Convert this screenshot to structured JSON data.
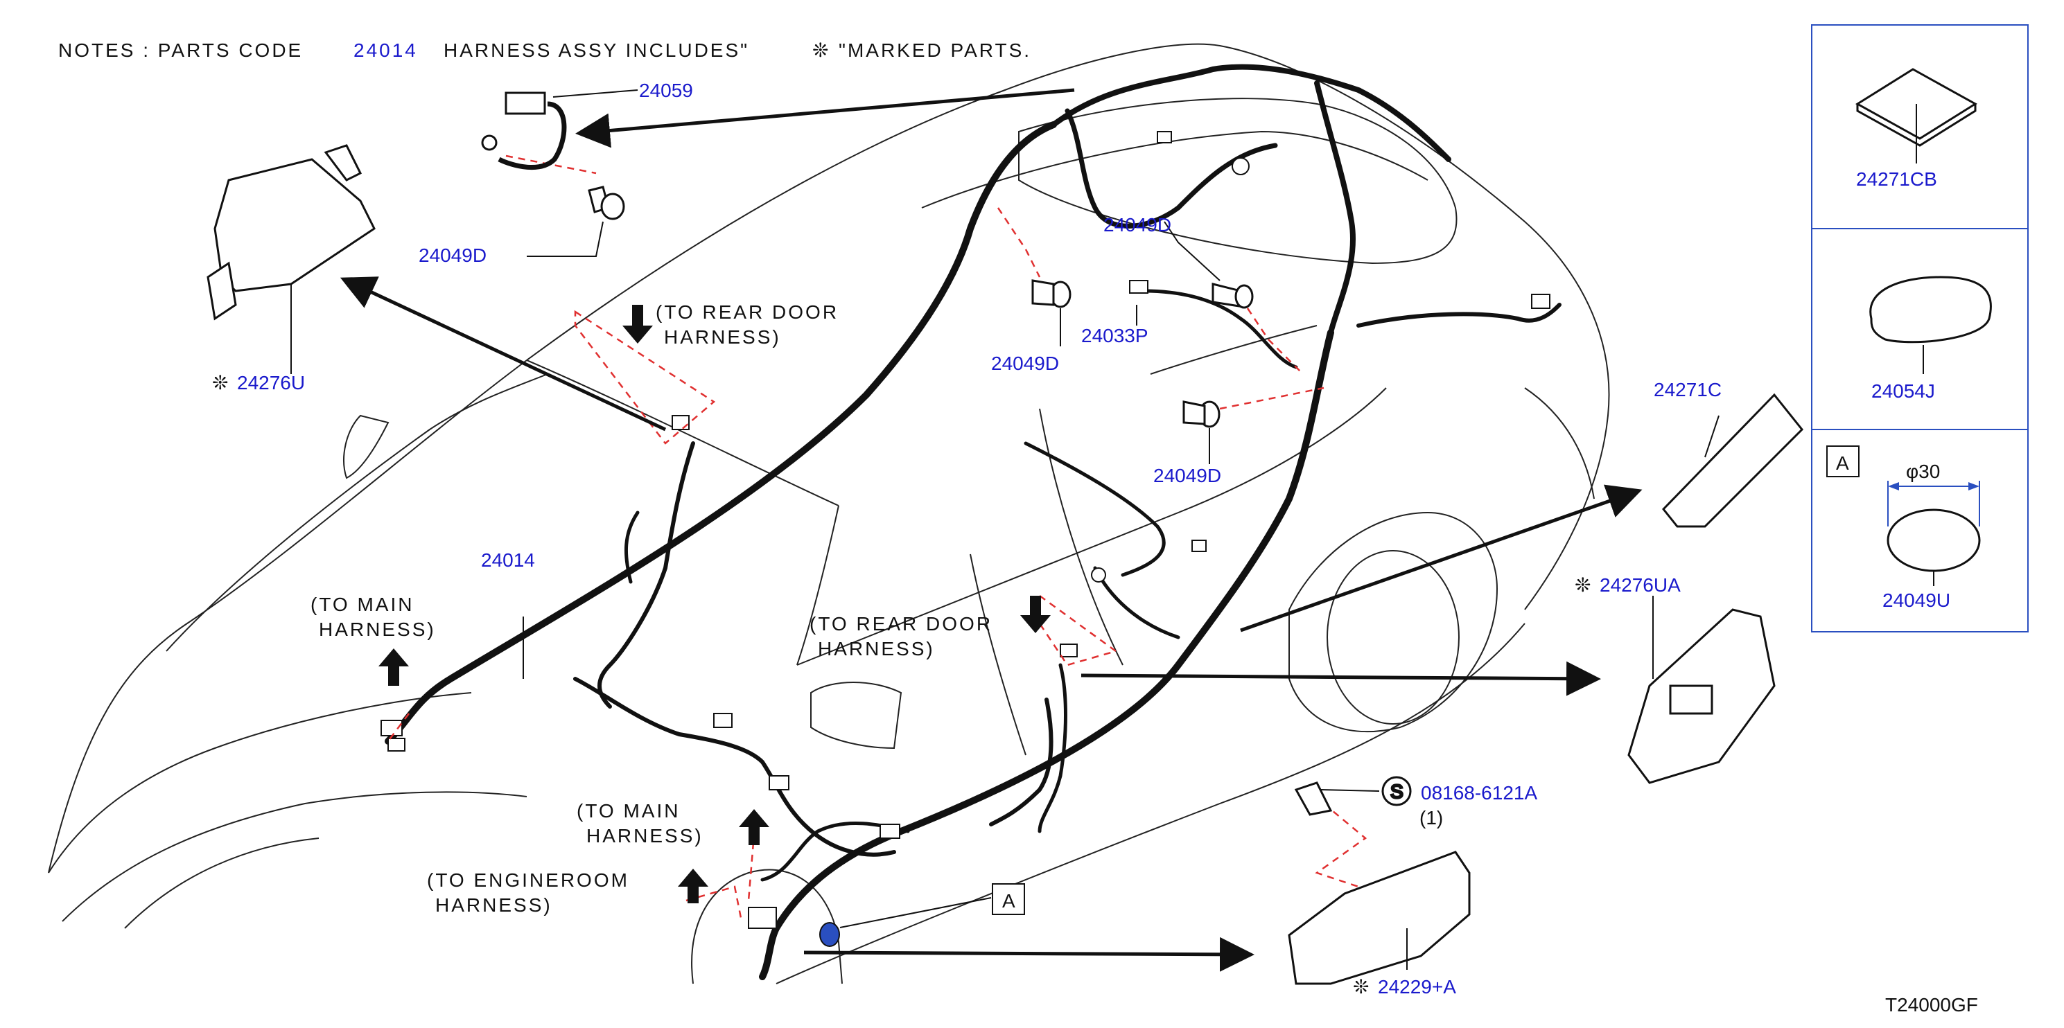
{
  "notes": {
    "prefix": "NOTES  :  PARTS  CODE",
    "code": "24014",
    "middle": "HARNESS  ASSY  INCLUDES\"",
    "mark": "❊",
    "suffix": "\"MARKED  PARTS."
  },
  "destinations": {
    "rear_door_1": [
      "(TO  REAR  DOOR",
      "HARNESS)"
    ],
    "rear_door_2": [
      "(TO  REAR  DOOR",
      "HARNESS)"
    ],
    "main_1": [
      "(TO  MAIN",
      "HARNESS)"
    ],
    "main_2": [
      "(TO  MAIN",
      "HARNESS)"
    ],
    "engineroom": [
      "(TO  ENGINEROOM",
      "HARNESS)"
    ]
  },
  "parts": {
    "p24059": "24059",
    "p24049D_a": "24049D",
    "p24276U": "24276U",
    "p24049D_b": "24049D",
    "p24049D_c": "24049D",
    "p24033P": "24033P",
    "p24049D_d": "24049D",
    "p24014": "24014",
    "p24271C": "24271C",
    "p24276UA": "24276UA",
    "p08168": "08168-6121A",
    "p08168_qty": "(1)",
    "p08168_symbol": "S",
    "p24229": "24229+A",
    "callout_A": "A"
  },
  "sidebar": {
    "items": [
      {
        "code": "24271CB"
      },
      {
        "code": "24054J"
      },
      {
        "code": "24049U",
        "ref": "A",
        "dimension": "φ30"
      }
    ]
  },
  "drawing_id": "T24000GF",
  "colors": {
    "line": "#111111",
    "label": "#1a1acc",
    "leader_dash": "#e03030",
    "accent": "#2a4fc0"
  }
}
